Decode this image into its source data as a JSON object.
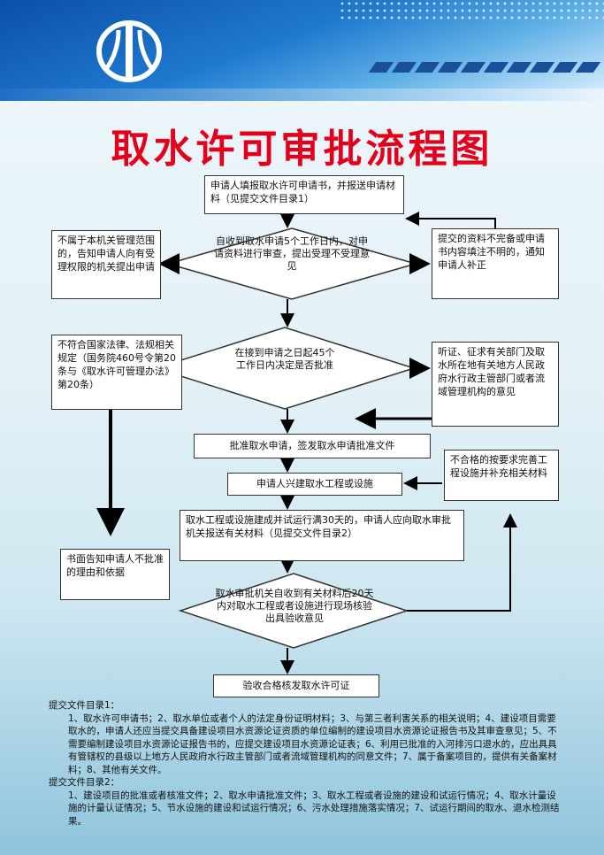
{
  "title": "取水许可审批流程图",
  "steps": {
    "s1": "申请人填报取水许可申请书，并报送申请材料（见提交文件目录1）",
    "d1": "自收到取水申请5个工作日内，对申请资料进行审查，提出受理不受理意见",
    "left1": "不属于本机关管理范围的，告知申请人向有受理权限的机关提出申请",
    "right1": "提交的资料不完备或申请书内容填注不明的，通知申请人补正",
    "d2": "在接到申请之日起45个工作日内决定是否批准",
    "left2": "不符合国家法律、法规相关规定（国务院460号令第20条与《取水许可管理办法》第20条）",
    "right2": "听证、征求有关部门及取水所在地有关地方人民政府水行政主管部门或者流域管理机构的意见",
    "s3": "批准取水申请，签发取水申请批准文件",
    "right3": "不合格的按要求完善工程设施并补充相关材料",
    "s4": "申请人兴建取水工程或设施",
    "s5": "取水工程或设施建成并试运行满30天的，申请人应向取水审批机关报送有关材料（见提交文件目录2）",
    "left3": "书面告知申请人不批准的理由和依据",
    "d3": "取水审批机关自收到有关材料后20天内对取水工程或者设施进行现场核验出具验收意见",
    "s6": "验收合格核发取水许可证"
  },
  "notes": {
    "h1": "提交文件目录1：",
    "p1": "1、取水许可申请书；2、取水单位或者个人的法定身份证明材料；3、与第三者利害关系的相关说明；4、建设项目需要取水的，申请人还应当提交具备建设项目水资源论证资质的单位编制的建设项目水资源论证报告书及其审查意见；5、不需要编制建设项目水资源论证报告书的，应提交建设项目水资源论证表；6、利用已批准的入河排污口退水的，应出具具有管辖权的县级以上地方人民政府水行政主管部门或者流域管理机构的同意文件；7、属于备案项目的，提供有关备案材料；8、其他有关文件。",
    "h2": "提交文件目录2：",
    "p2": "1、建设项目的批准或者核准文件；2、取水申请批准文件；3、取水工程或者设施的建设和试运行情况；4、取水计量设施的计量认证情况；5、节水设施的建设和试运行情况；6、污水处理措施落实情况；7、试运行期间的取水、退水检测结果。"
  },
  "colors": {
    "title": "#e4001b",
    "header": "#1f79cf"
  }
}
